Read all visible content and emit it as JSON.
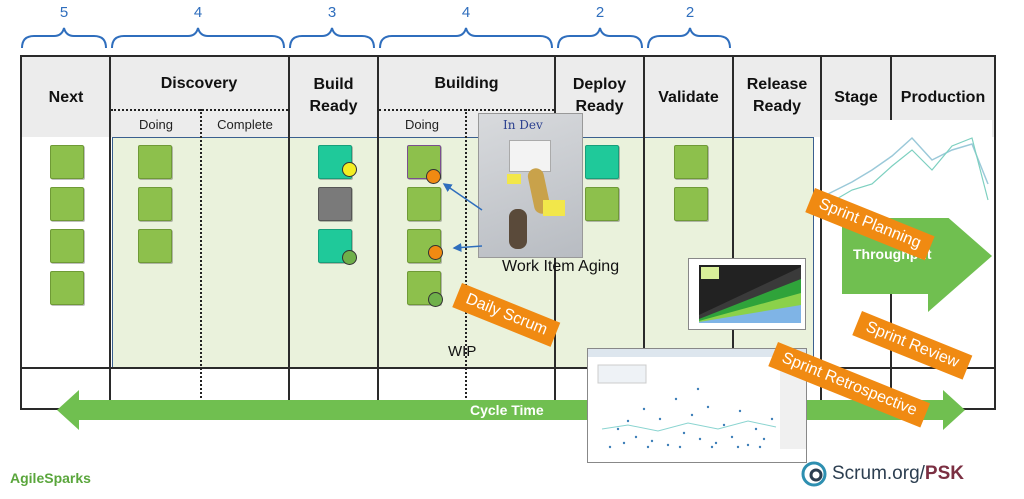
{
  "wip_limits": [
    "5",
    "4",
    "3",
    "4",
    "2",
    "2"
  ],
  "columns": {
    "next": "Next",
    "discovery": "Discovery",
    "build_ready": "Build\nReady",
    "building": "Building",
    "deploy_ready": "Deploy\nReady",
    "validate": "Validate",
    "release_ready": "Release\nReady",
    "stage": "Stage",
    "production": "Production"
  },
  "subcolumns": {
    "doing1": "Doing",
    "complete": "Complete",
    "doing2": "Doing"
  },
  "labels": {
    "work_item_aging": "Work Item Aging",
    "wip": "WIP",
    "cycle_time": "Cycle Time",
    "throughput": "Throughput",
    "photo_note": "In Dev"
  },
  "events": {
    "sprint_planning": "Sprint Planning",
    "daily_scrum": "Daily Scrum",
    "sprint_review": "Sprint Review",
    "sprint_retrospective": "Sprint Retrospective"
  },
  "logos": {
    "left": "AgileSparks",
    "right_main": "Scrum.org/",
    "right_suffix": "PSK"
  },
  "colors": {
    "wip_blue": "#2f6ebd",
    "card_green": "#8dc04c",
    "card_teal": "#1fc99a",
    "card_gray": "#7a7a7a",
    "event_orange": "#f08a12",
    "arrow_green": "#70bf50",
    "area_green": "#eaf2dc",
    "dot_yellow": "#f3ee22",
    "dot_orange": "#f08a12",
    "dot_green": "#6fb04a"
  }
}
